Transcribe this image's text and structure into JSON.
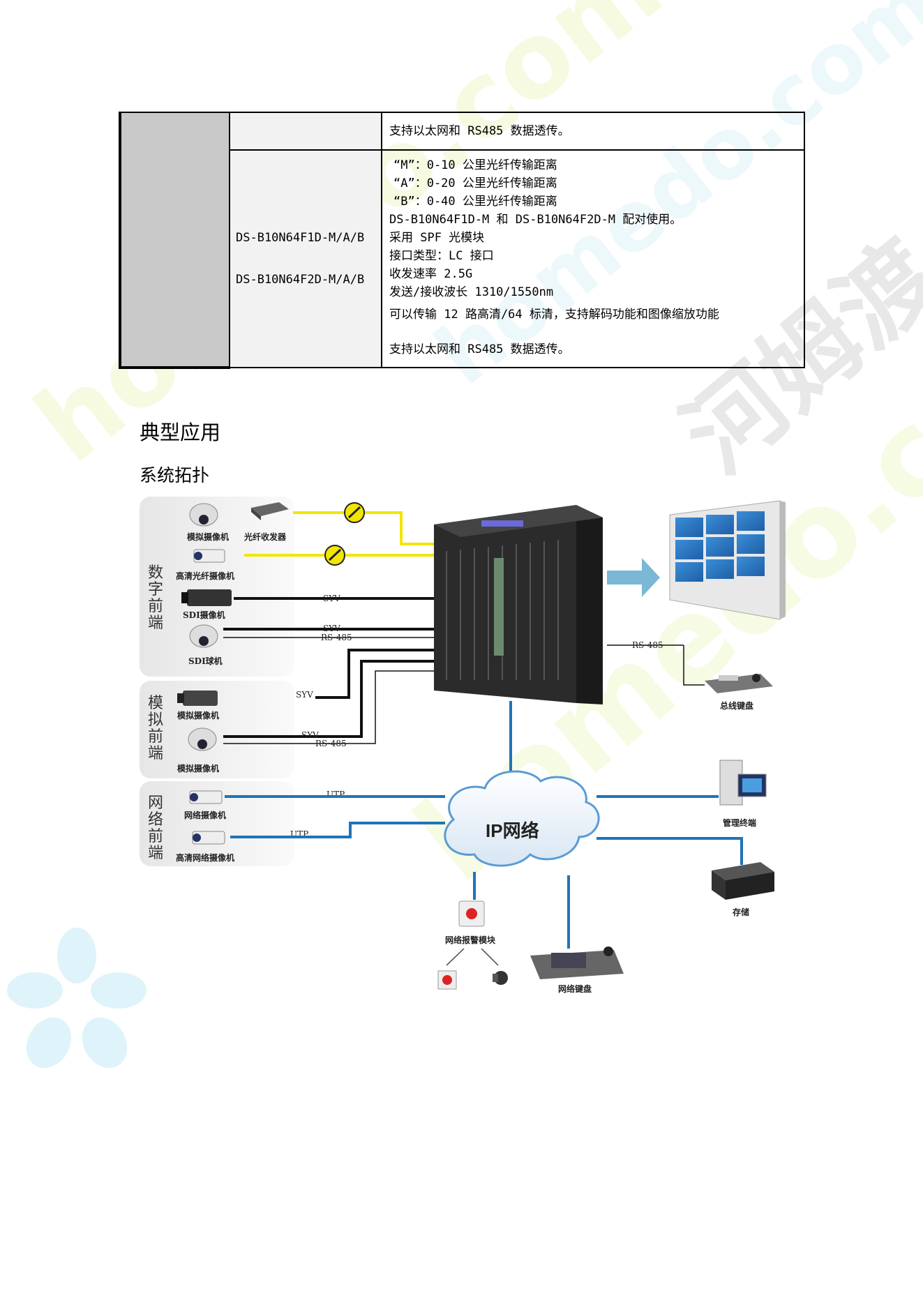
{
  "table": {
    "row1": {
      "text": "支持以太网和 RS485 数据透传。"
    },
    "row2": {
      "models": [
        "DS-B10N64F1D-M/A/B",
        "DS-B10N64F2D-M/A/B"
      ],
      "lines": [
        "“M”：0-10 公里光纤传输距离",
        "“A”：0-20 公里光纤传输距离",
        "“B”：0-40 公里光纤传输距离",
        "DS-B10N64F1D-M 和 DS-B10N64F2D-M 配对使用。",
        "采用 SPF 光模块",
        "接口类型：LC 接口",
        "收发速率 2.5G",
        "发送/接收波长 1310/1550nm",
        "可以传输 12 路高清/64 标清，支持解码功能和图像缩放功能",
        "支持以太网和 RS485 数据透传。"
      ]
    }
  },
  "headings": {
    "section": "典型应用",
    "subsection": "系统拓扑"
  },
  "diagram": {
    "groups": {
      "digital": "数字前端",
      "analog": "模拟前端",
      "network": "网络前端"
    },
    "devices": {
      "analog_cam_1": "模拟摄像机",
      "fiber_transceiver": "光纤收发器",
      "hd_fiber_cam": "高清光纤摄像机",
      "sdi_cam": "SDI摄像机",
      "sdi_dome": "SDI球机",
      "analog_cam_2": "模拟摄像机",
      "analog_cam_3": "模拟摄像机",
      "network_cam": "网络摄像机",
      "hd_network_cam": "高清网络摄像机",
      "bus_keyboard": "总线键盘",
      "mgmt_terminal": "管理终端",
      "storage": "存储",
      "alarm_module": "网络报警模块",
      "network_keyboard": "网络键盘",
      "ip_network": "IP网络"
    },
    "wires": {
      "syv": "SYV",
      "rs485": "RS-485",
      "utp": "UTP"
    }
  },
  "watermark": {
    "brand_cn": "河姆渡",
    "brand_en": "homedo.com"
  }
}
